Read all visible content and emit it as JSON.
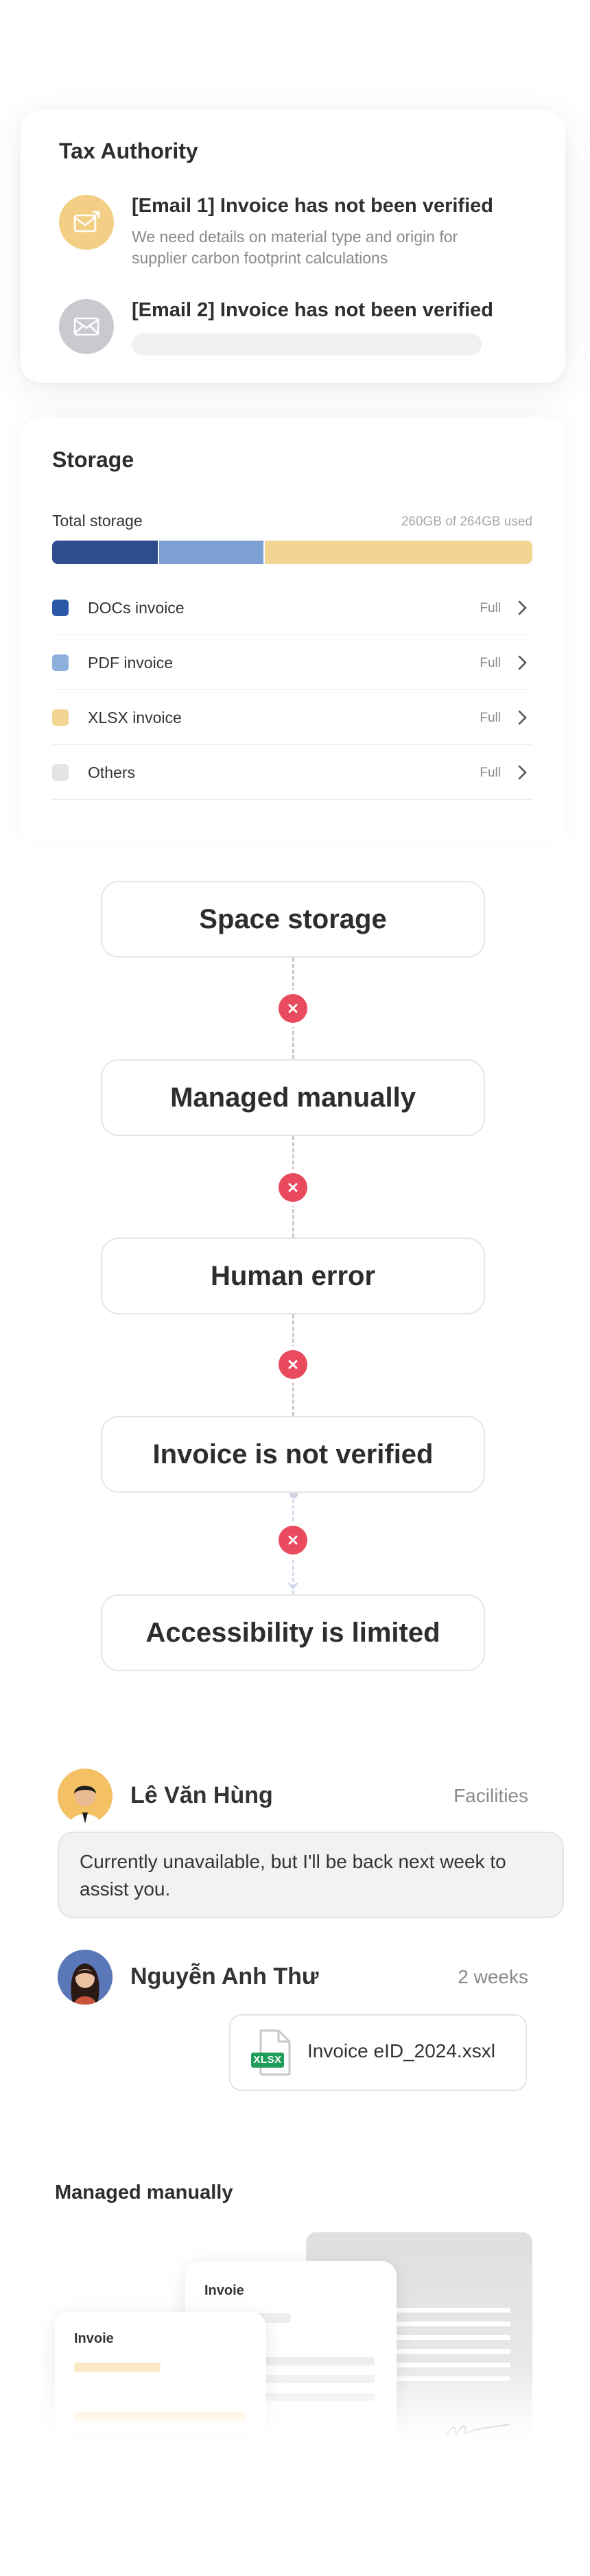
{
  "tax_authority": {
    "title": "Tax Authority",
    "emails": [
      {
        "title": "[Email 1] Invoice has not been verified",
        "description": "We need details on material type and origin for supplier carbon footprint calculations",
        "icon": "mail-open-icon",
        "color": "#f2cf84"
      },
      {
        "title": "[Email 2] Invoice has not been verified",
        "description": "",
        "icon": "mail-icon",
        "color": "#c9c9cf"
      }
    ]
  },
  "storage": {
    "title": "Storage",
    "total_label": "Total storage",
    "used_text": "260GB of 264GB used",
    "bar": [
      {
        "fraction": 0.22,
        "color": "#2e4d8f"
      },
      {
        "fraction": 0.22,
        "color": "#7c9fd4"
      },
      {
        "fraction": 0.56,
        "color": "#f2d493"
      }
    ],
    "items": [
      {
        "name": "DOCs invoice",
        "status": "Full",
        "color": "#2a58a8"
      },
      {
        "name": "PDF invoice",
        "status": "Full",
        "color": "#8fb0dd"
      },
      {
        "name": "XLSX invoice",
        "status": "Full",
        "color": "#f2d493"
      },
      {
        "name": "Others",
        "status": "Full",
        "color": "#e4e4e4"
      }
    ]
  },
  "flow": {
    "steps": [
      "Space storage",
      "Managed manually",
      "Human error",
      "Invoice is not verified",
      "Accessibility is limited"
    ],
    "badge_icon": "x-icon",
    "badge_color": "#ea4a5d"
  },
  "chat": {
    "messages": [
      {
        "name": "Lê Văn Hùng",
        "meta": "Facilities",
        "text": "Currently unavailable, but I'll be back next week to assist you."
      },
      {
        "name": "Nguyễn Anh Thư",
        "meta": "2 weeks",
        "file_name": "Invoice eID_2024.xsxl",
        "file_badge": "XLSX"
      }
    ]
  },
  "managed_manually": {
    "title": "Managed manually",
    "cards": [
      "Invoie",
      "Invoie"
    ]
  }
}
